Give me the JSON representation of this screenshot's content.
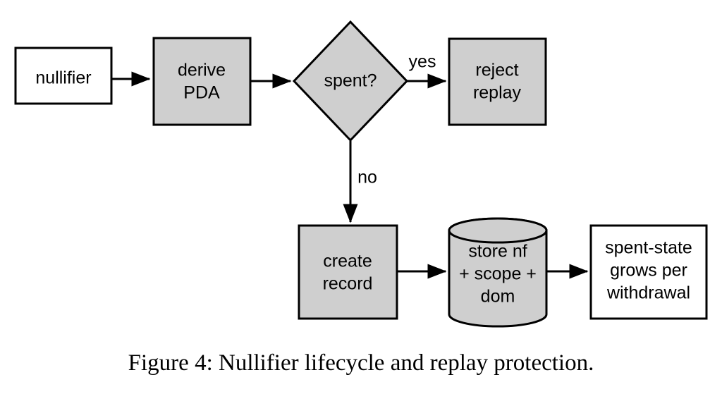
{
  "figure": {
    "caption": "Figure 4: Nullifier lifecycle and replay protection.",
    "background_color": "#ffffff",
    "node_fill_gray": "#cfcfcf",
    "node_fill_white": "#ffffff",
    "stroke_color": "#000000"
  },
  "nodes": {
    "nullifier": {
      "label": "nullifier",
      "shape": "rectangle",
      "fill": "#ffffff"
    },
    "derive_pda": {
      "label_line1": "derive",
      "label_line2": "PDA",
      "shape": "rectangle",
      "fill": "#cfcfcf"
    },
    "spent_decision": {
      "label": "spent?",
      "shape": "diamond",
      "fill": "#cfcfcf"
    },
    "reject_replay": {
      "label_line1": "reject",
      "label_line2": "replay",
      "shape": "rectangle",
      "fill": "#cfcfcf"
    },
    "create_record": {
      "label_line1": "create",
      "label_line2": "record",
      "shape": "rectangle",
      "fill": "#cfcfcf"
    },
    "store_nf": {
      "label_line1": "store nf",
      "label_line2": "+ scope +",
      "label_line3": "dom",
      "shape": "cylinder",
      "fill": "#cfcfcf"
    },
    "spent_state": {
      "label_line1": "spent-state",
      "label_line2": "grows per",
      "label_line3": "withdrawal",
      "shape": "rectangle",
      "fill": "#ffffff"
    }
  },
  "edges": {
    "nullifier_to_derive": {
      "label": ""
    },
    "derive_to_spent": {
      "label": ""
    },
    "spent_to_reject": {
      "label": "yes"
    },
    "spent_to_create": {
      "label": "no"
    },
    "create_to_store": {
      "label": ""
    },
    "store_to_spentstate": {
      "label": ""
    }
  }
}
